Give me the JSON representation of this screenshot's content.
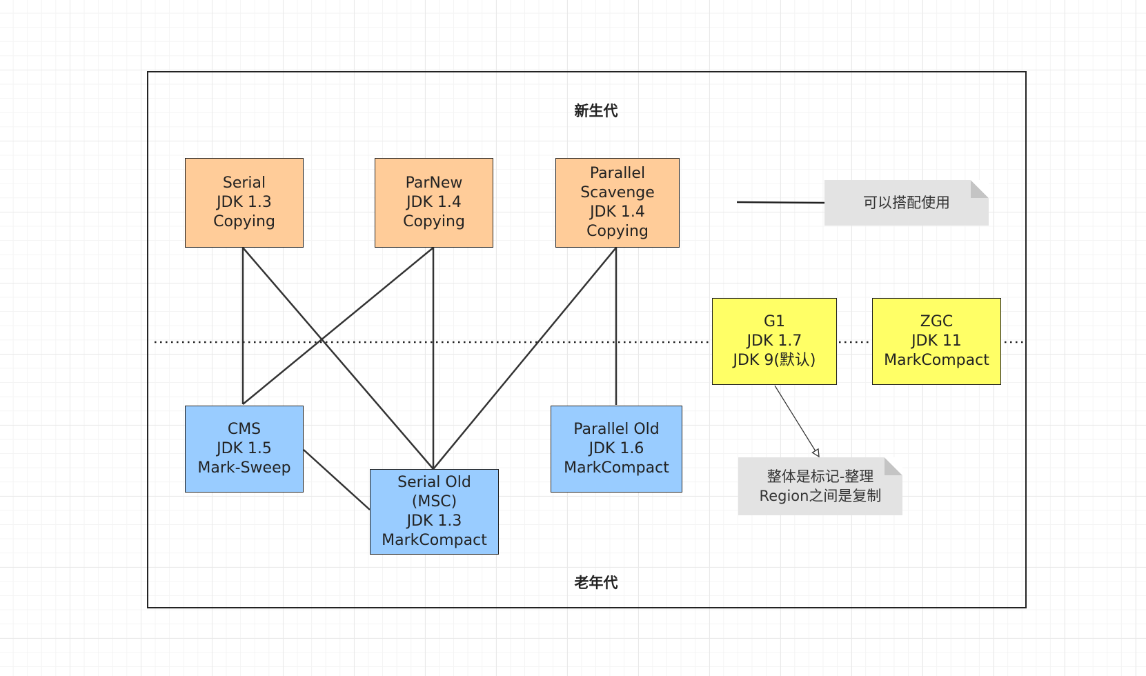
{
  "diagram": {
    "young_gen_title": "新生代",
    "old_gen_title": "老年代",
    "legend_text": "可以搭配使用",
    "g1_note": "整体是标记-整理\nRegion之间是复制",
    "collectors": {
      "serial": {
        "text": "Serial\nJDK 1.3\nCopying",
        "color": "#ffcc99"
      },
      "parnew": {
        "text": "ParNew\nJDK 1.4\nCopying",
        "color": "#ffcc99"
      },
      "parallel_scavenge": {
        "text": "Parallel\nScavenge\nJDK 1.4\nCopying",
        "color": "#ffcc99"
      },
      "cms": {
        "text": "CMS\nJDK 1.5\nMark-Sweep",
        "color": "#99ccff"
      },
      "serial_old": {
        "text": "Serial Old\n(MSC)\nJDK 1.3\nMarkCompact",
        "color": "#99ccff"
      },
      "parallel_old": {
        "text": "Parallel Old\nJDK 1.6\nMarkCompact",
        "color": "#99ccff"
      },
      "g1": {
        "text": "G1\nJDK 1.7\nJDK 9(默认)",
        "color": "#ffff66"
      },
      "zgc": {
        "text": "ZGC\nJDK 11\nMarkCompact",
        "color": "#ffff66"
      }
    },
    "connections": [
      [
        "serial",
        "cms"
      ],
      [
        "serial",
        "serial_old"
      ],
      [
        "parnew",
        "cms"
      ],
      [
        "parnew",
        "serial_old"
      ],
      [
        "parallel_scavenge",
        "serial_old"
      ],
      [
        "parallel_scavenge",
        "parallel_old"
      ],
      [
        "cms",
        "serial_old"
      ]
    ]
  }
}
